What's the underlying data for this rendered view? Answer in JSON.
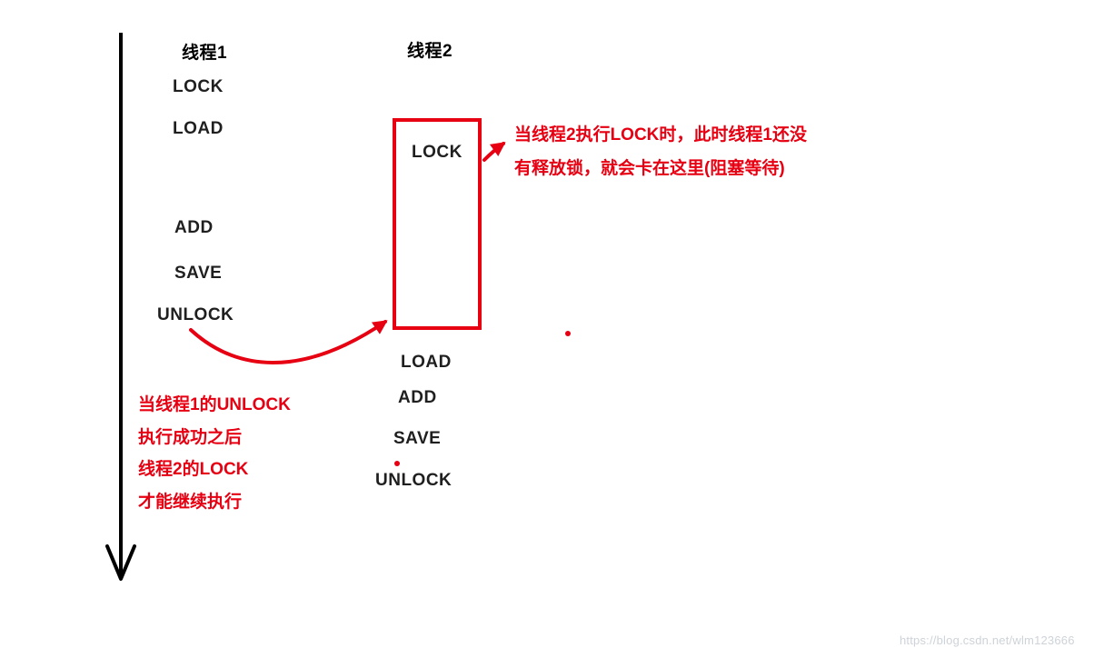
{
  "thread1": {
    "title": "线程1",
    "steps": [
      "LOCK",
      "LOAD",
      "ADD",
      "SAVE",
      "UNLOCK"
    ]
  },
  "thread2": {
    "title": "线程2",
    "lock_label": "LOCK",
    "steps_after": [
      "LOAD",
      "ADD",
      "SAVE",
      "UNLOCK"
    ]
  },
  "notes": {
    "block_note_line1": "当线程2执行LOCK时，此时线程1还没",
    "block_note_line2": "有释放锁，就会卡在这里(阻塞等待)",
    "unlock_note_lines": [
      "当线程1的UNLOCK",
      "执行成功之后",
      "线程2的LOCK",
      "才能继续执行"
    ]
  },
  "watermark": "https://blog.csdn.net/wlm123666",
  "colors": {
    "annotation_red": "#e60012",
    "text_black": "#1f1f1f",
    "watermark_gray": "#cdd3d8"
  }
}
